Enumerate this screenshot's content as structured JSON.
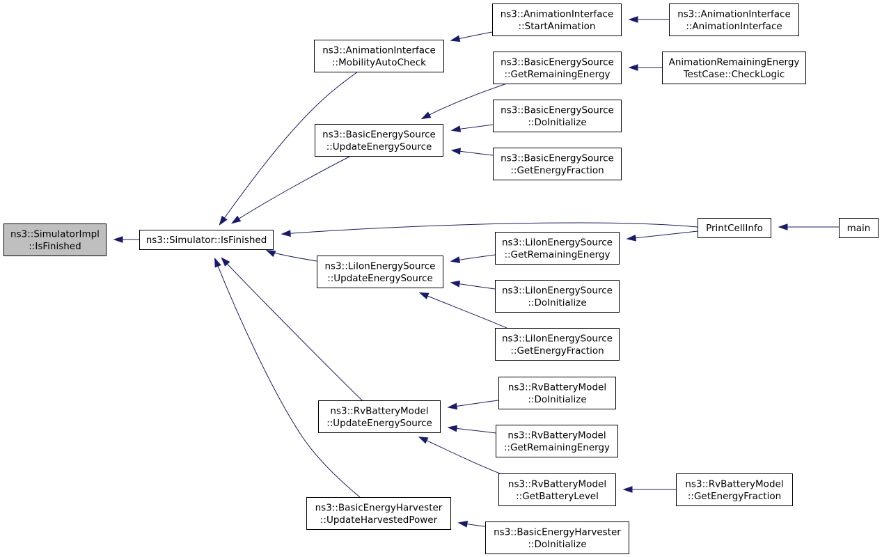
{
  "colors": {
    "edge": "#191970",
    "node_fill": "#ffffff",
    "focus_fill": "#bfbfbf",
    "border": "#000000"
  },
  "nodes": [
    {
      "id": "n0",
      "lines": [
        "ns3::SimulatorImpl",
        "::IsFinished"
      ],
      "focus": true
    },
    {
      "id": "n1",
      "lines": [
        "ns3::Simulator::IsFinished"
      ]
    },
    {
      "id": "n2",
      "lines": [
        "ns3::AnimationInterface",
        "::MobilityAutoCheck"
      ]
    },
    {
      "id": "n3",
      "lines": [
        "ns3::BasicEnergySource",
        "::UpdateEnergySource"
      ]
    },
    {
      "id": "n4",
      "lines": [
        "ns3::LiIonEnergySource",
        "::UpdateEnergySource"
      ]
    },
    {
      "id": "n5",
      "lines": [
        "ns3::RvBatteryModel",
        "::UpdateEnergySource"
      ]
    },
    {
      "id": "n6",
      "lines": [
        "ns3::BasicEnergyHarvester",
        "::UpdateHarvestedPower"
      ]
    },
    {
      "id": "n7",
      "lines": [
        "ns3::AnimationInterface",
        "::StartAnimation"
      ]
    },
    {
      "id": "n8",
      "lines": [
        "ns3::AnimationInterface",
        "::AnimationInterface"
      ]
    },
    {
      "id": "n9",
      "lines": [
        "ns3::BasicEnergySource",
        "::GetRemainingEnergy"
      ]
    },
    {
      "id": "n10",
      "lines": [
        "AnimationRemainingEnergy",
        "TestCase::CheckLogic"
      ]
    },
    {
      "id": "n11",
      "lines": [
        "ns3::BasicEnergySource",
        "::DoInitialize"
      ]
    },
    {
      "id": "n12",
      "lines": [
        "ns3::BasicEnergySource",
        "::GetEnergyFraction"
      ]
    },
    {
      "id": "n13",
      "lines": [
        "PrintCellInfo"
      ]
    },
    {
      "id": "n14",
      "lines": [
        "main"
      ]
    },
    {
      "id": "n15",
      "lines": [
        "ns3::LiIonEnergySource",
        "::GetRemainingEnergy"
      ]
    },
    {
      "id": "n16",
      "lines": [
        "ns3::LiIonEnergySource",
        "::DoInitialize"
      ]
    },
    {
      "id": "n17",
      "lines": [
        "ns3::LiIonEnergySource",
        "::GetEnergyFraction"
      ]
    },
    {
      "id": "n18",
      "lines": [
        "ns3::RvBatteryModel",
        "::DoInitialize"
      ]
    },
    {
      "id": "n19",
      "lines": [
        "ns3::RvBatteryModel",
        "::GetRemainingEnergy"
      ]
    },
    {
      "id": "n20",
      "lines": [
        "ns3::RvBatteryModel",
        "::GetBatteryLevel"
      ]
    },
    {
      "id": "n21",
      "lines": [
        "ns3::RvBatteryModel",
        "::GetEnergyFraction"
      ]
    },
    {
      "id": "n22",
      "lines": [
        "ns3::BasicEnergyHarvester",
        "::DoInitialize"
      ]
    }
  ],
  "edges": [
    {
      "from": "n1",
      "to": "n0"
    },
    {
      "from": "n2",
      "to": "n1"
    },
    {
      "from": "n3",
      "to": "n1"
    },
    {
      "from": "n13",
      "to": "n1"
    },
    {
      "from": "n4",
      "to": "n1"
    },
    {
      "from": "n5",
      "to": "n1"
    },
    {
      "from": "n6",
      "to": "n1"
    },
    {
      "from": "n7",
      "to": "n2"
    },
    {
      "from": "n8",
      "to": "n7"
    },
    {
      "from": "n9",
      "to": "n3"
    },
    {
      "from": "n10",
      "to": "n9"
    },
    {
      "from": "n11",
      "to": "n3"
    },
    {
      "from": "n12",
      "to": "n3"
    },
    {
      "from": "n14",
      "to": "n13"
    },
    {
      "from": "n13",
      "to": "n15"
    },
    {
      "from": "n15",
      "to": "n4"
    },
    {
      "from": "n16",
      "to": "n4"
    },
    {
      "from": "n17",
      "to": "n4"
    },
    {
      "from": "n18",
      "to": "n5"
    },
    {
      "from": "n19",
      "to": "n5"
    },
    {
      "from": "n20",
      "to": "n5"
    },
    {
      "from": "n21",
      "to": "n20"
    },
    {
      "from": "n22",
      "to": "n6"
    }
  ]
}
